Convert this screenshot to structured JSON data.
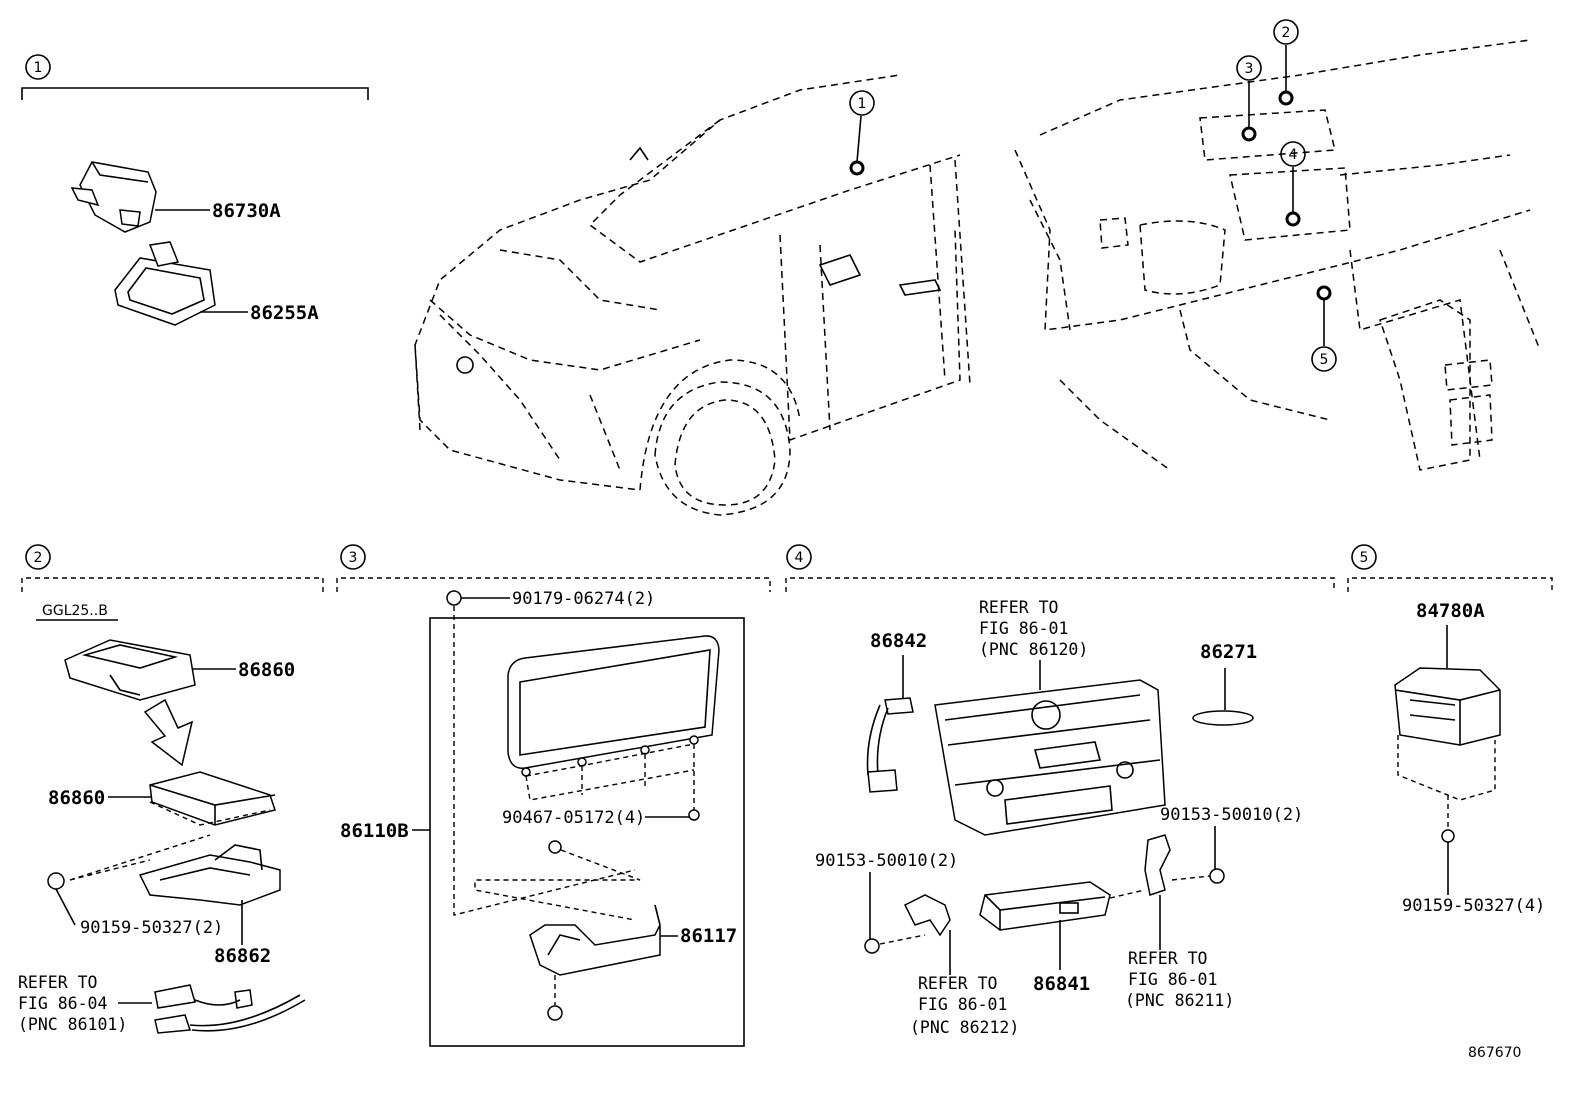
{
  "sections": {
    "s1": {
      "number": "1"
    },
    "s2": {
      "number": "2"
    },
    "s3": {
      "number": "3"
    },
    "s4": {
      "number": "4"
    },
    "s5": {
      "number": "5"
    }
  },
  "locator_markers": {
    "car": [
      "1"
    ],
    "dash": [
      "2",
      "3",
      "4",
      "5"
    ]
  },
  "section1": {
    "parts": [
      "86730A",
      "86255A"
    ]
  },
  "section2": {
    "variant": "GGL25..B",
    "parts": [
      "86860",
      "86860",
      "90159-50327(2)",
      "86862"
    ],
    "refer": {
      "line1": "REFER TO",
      "line2": "FIG 86-04",
      "line3": "(PNC 86101)"
    }
  },
  "section3": {
    "parts": [
      "90179-06274(2)",
      "90467-05172(4)",
      "86110B",
      "86117"
    ]
  },
  "section4": {
    "parts": [
      "86842",
      "86271",
      "90153-50010(2)",
      "90153-50010(2)",
      "86841"
    ],
    "refer_a": {
      "line1": "REFER TO",
      "line2": "FIG 86-01",
      "line3": "(PNC 86120)"
    },
    "refer_b": {
      "line1": "REFER TO",
      "line2": "FIG 86-01",
      "line3": "(PNC 86212)"
    },
    "refer_c": {
      "line1": "REFER TO",
      "line2": "FIG 86-01",
      "line3": "(PNC 86211)"
    }
  },
  "section5": {
    "parts": [
      "84780A",
      "90159-50327(4)"
    ]
  },
  "figure_id": "867670"
}
